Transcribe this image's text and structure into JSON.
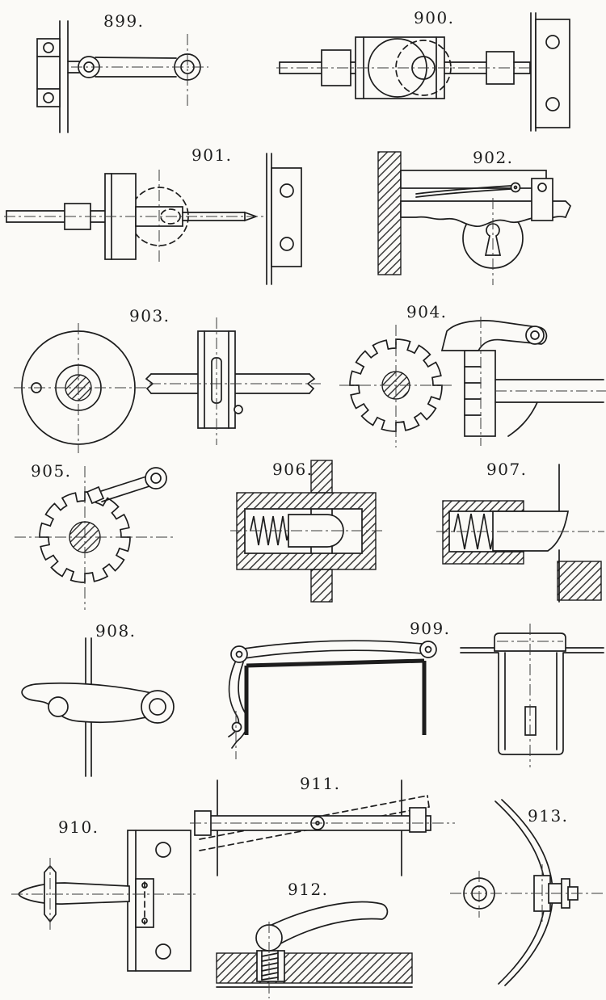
{
  "page": {
    "background": "#fbfaf7",
    "ink": "#1d1d1d"
  },
  "figures": [
    {
      "id": "899",
      "label": "899."
    },
    {
      "id": "900",
      "label": "900."
    },
    {
      "id": "901",
      "label": "901."
    },
    {
      "id": "902",
      "label": "902."
    },
    {
      "id": "903",
      "label": "903."
    },
    {
      "id": "904",
      "label": "904."
    },
    {
      "id": "905",
      "label": "905."
    },
    {
      "id": "906",
      "label": "906."
    },
    {
      "id": "907",
      "label": "907."
    },
    {
      "id": "908",
      "label": "908."
    },
    {
      "id": "909",
      "label": "909."
    },
    {
      "id": "910",
      "label": "910."
    },
    {
      "id": "911",
      "label": "911."
    },
    {
      "id": "912",
      "label": "912."
    },
    {
      "id": "913",
      "label": "913."
    }
  ]
}
